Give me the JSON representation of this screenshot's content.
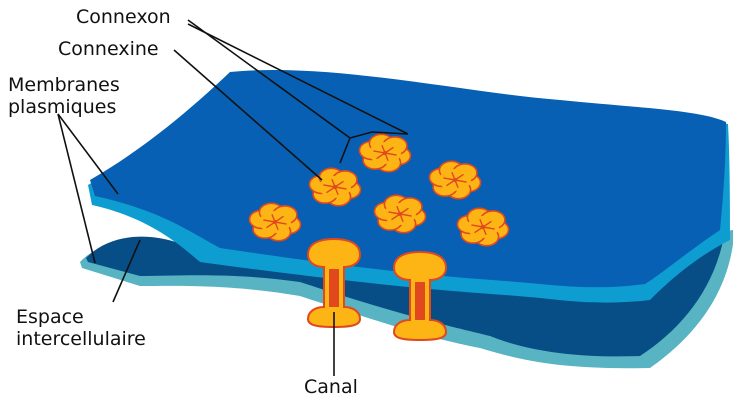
{
  "labels": {
    "connexon": "Connexon",
    "connexine": "Connexine",
    "membranes_line1": "Membranes",
    "membranes_line2": "plasmiques",
    "espace_line1": "Espace",
    "espace_line2": "intercellulaire",
    "canal": "Canal"
  },
  "colors": {
    "membrane_top": "#0760b4",
    "membrane_top_edge": "#0e9dd0",
    "membrane_bottom": "#074d86",
    "membrane_bottom_edge": "#58b3c2",
    "connexon_fill": "#fdb515",
    "connexon_stroke": "#e1481e",
    "line": "#111111"
  }
}
